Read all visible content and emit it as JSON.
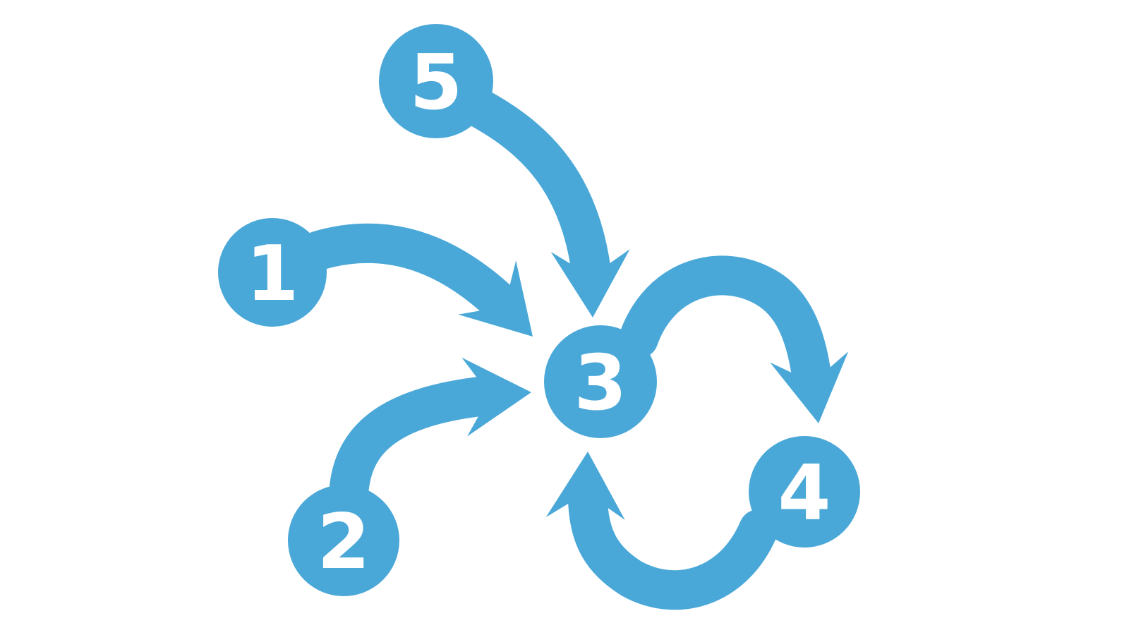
{
  "diagram": {
    "colors": {
      "accent": "#4aa8d8",
      "label": "#ffffff",
      "background": "#ffffff"
    },
    "nodes": [
      {
        "id": "1",
        "label": "1"
      },
      {
        "id": "2",
        "label": "2"
      },
      {
        "id": "3",
        "label": "3"
      },
      {
        "id": "4",
        "label": "4"
      },
      {
        "id": "5",
        "label": "5"
      }
    ],
    "edges": [
      {
        "from": "5",
        "to": "3"
      },
      {
        "from": "1",
        "to": "3"
      },
      {
        "from": "2",
        "to": "3"
      },
      {
        "from": "3",
        "to": "4"
      },
      {
        "from": "4",
        "to": "3"
      }
    ]
  }
}
